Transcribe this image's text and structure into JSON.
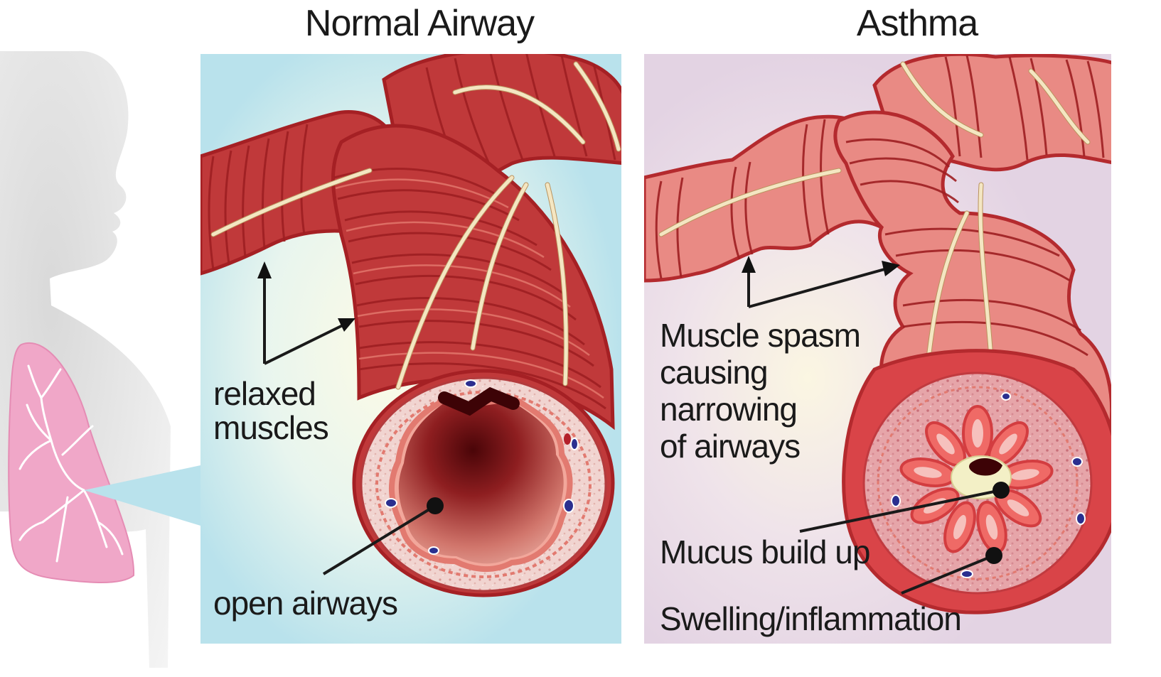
{
  "panels": {
    "normal": {
      "title": "Normal Airway",
      "labels": {
        "relaxed_line1": "relaxed",
        "relaxed_line2": "muscles",
        "open_airways": "open airways"
      },
      "background_color": "#b9e2ec"
    },
    "asthma": {
      "title": "Asthma",
      "labels": {
        "spasm_line1": "Muscle spasm",
        "spasm_line2": "causing",
        "spasm_line3": "narrowing",
        "spasm_line4": "of airways",
        "mucus": "Mucus build up",
        "swelling": "Swelling/inflammation"
      },
      "background_color": "#e3d3e3"
    }
  },
  "colors": {
    "muscle": "#c0393a",
    "muscle_dark": "#a52024",
    "lining": "#f2a79b",
    "lung": "#f0a7c8",
    "silhouette": "#e7e7e7",
    "mucus": "#f3f0c6"
  }
}
